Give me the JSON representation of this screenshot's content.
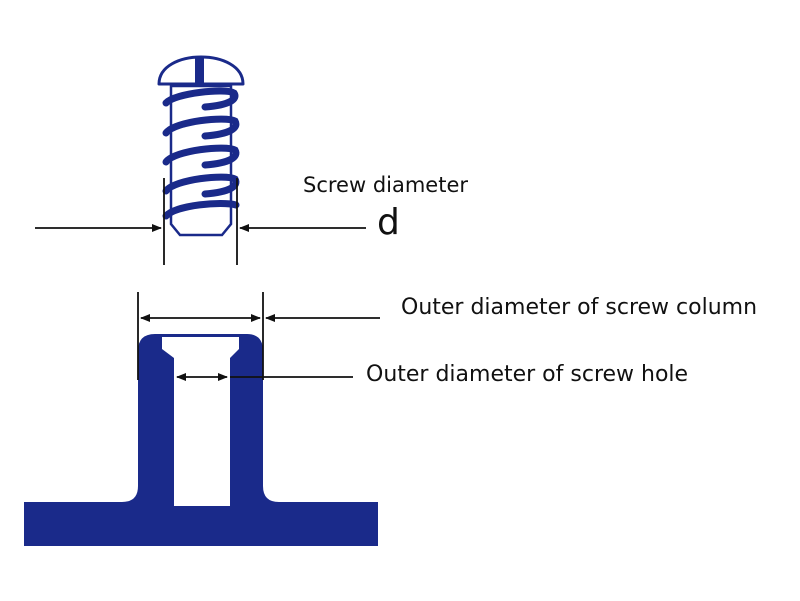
{
  "labels": {
    "screw_diameter": "Screw diameter",
    "symbol_d": "d",
    "column_outer_diameter": "Outer diameter of screw column",
    "hole_outer_diameter": "Outer diameter of screw hole"
  },
  "colors": {
    "part_fill": "#1a2a8a",
    "line": "#111111",
    "background": "#ffffff"
  }
}
